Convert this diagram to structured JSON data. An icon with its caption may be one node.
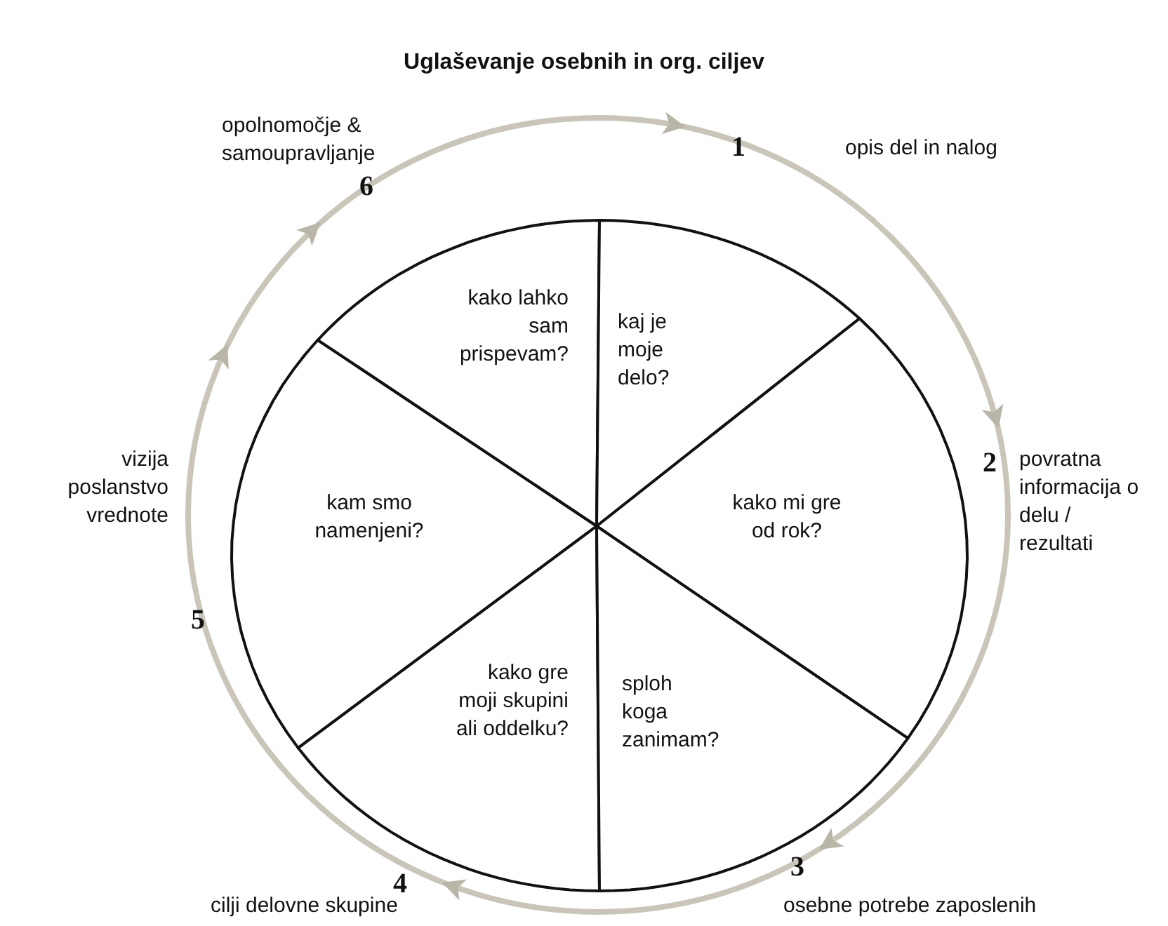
{
  "diagram": {
    "title": "Uglaševanje osebnih in org. ciljev",
    "nodes": [
      {
        "text": [
          "kako lahko sam prispevam?"
        ]
      },
      {
        "text": [
          "kaj je moje delo?"
        ]
      },
      {
        "text": [
          "kam smo namenjeni?"
        ]
      },
      {
        "text": [
          "kako mi gre od rok?"
        ]
      },
      {
        "text": [
          "kako gre moji skupini ali oddelku?"
        ]
      },
      {
        "text": [
          "sploh koga zanimam?"
        ]
      }
    ],
    "labels": [
      "opolnomočje & samoupravljanje",
      "6",
      "1",
      "opis del in nalog",
      "2",
      "povratna informacija o delu / rezultati",
      "vizija poslanstvo vrednote",
      "5",
      "3",
      "4",
      "cilji delovne skupine",
      "osebne potrebe zaposlenih"
    ]
  }
}
